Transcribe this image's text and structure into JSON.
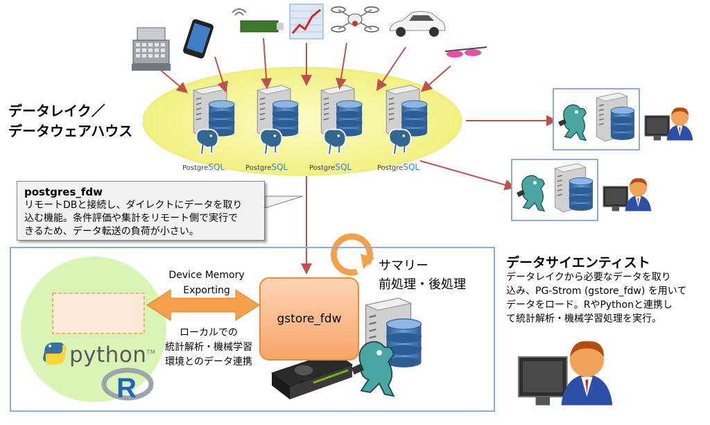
{
  "lake": {
    "title_line1": "データレイク／",
    "title_line2": "データウェアハウス"
  },
  "postgres_label": {
    "prefix": "Postgre",
    "suffix": "SQL"
  },
  "callout": {
    "title": "postgres_fdw",
    "line1": "リモートDBと接続し、ダイレクトにデータを取り",
    "line2": "込む機能。条件評価や集計をリモート側で実行で",
    "line3": "きるため、データ転送の負荷が小さい。"
  },
  "scientist": {
    "title": "データサイエンティスト",
    "line1": "データレイクから必要なデータを取り",
    "line2": "込み、PG-Strom (gstore_fdw) を用いて",
    "line3": "データをロード。RやPythonと連携し",
    "line4": "て統計解析・機械学習処理を実行。"
  },
  "local": {
    "export_line1": "Device Memory",
    "export_line2": "Exporting",
    "gstore": "gstore_fdw",
    "link_line1": "ローカルでの",
    "link_line2": "統計解析・機械学習",
    "link_line3": "環境とのデータ連携",
    "summary_line1": "サマリー",
    "summary_line2": "前処理・後処理",
    "python": "python",
    "python_tm": "TM",
    "r_logo": "R"
  },
  "icons": {
    "sources": [
      "cash-register-icon",
      "smartphone-icon",
      "usb-sensor-icon",
      "line-chart-icon",
      "drone-icon",
      "car-icon",
      "smart-glasses-icon"
    ],
    "elephant": "postgresql-elephant-icon",
    "server": "server-icon",
    "database": "database-cylinder-icon",
    "person": "analyst-person-icon",
    "gpu": "gpu-card-icon",
    "mascot": "pg-strom-mascot-icon"
  },
  "colors": {
    "lake_ellipse": "#f4f48a",
    "arrow_red": "#c0504d",
    "local_border": "#8eaadb",
    "orange": "#f5a04a",
    "python_circle": "#d9f5b6",
    "db_blue": "#3b6fae"
  }
}
